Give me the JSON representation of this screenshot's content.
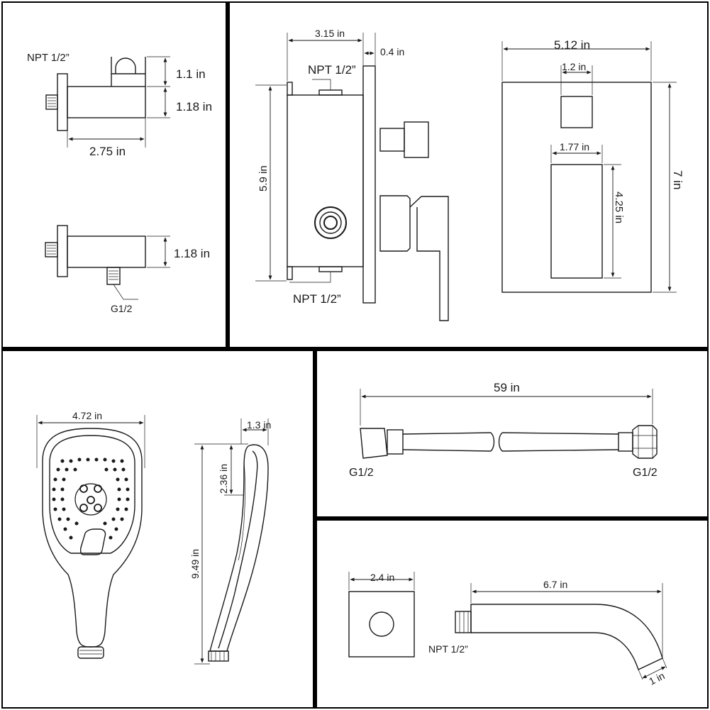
{
  "holder": {
    "thread_label": "NPT 1/2”",
    "top_height": "1.1 in",
    "body_height": "1.18 in",
    "width": "2.75 in"
  },
  "elbow": {
    "height": "1.18 in",
    "outlet_label": "G1/2"
  },
  "valve_side": {
    "depth": "3.15 in",
    "plate": "0.4 in",
    "top_inlet": "NPT 1/2”",
    "height": "5.9 in",
    "bottom_inlet": "NPT 1/2”"
  },
  "trim_plate": {
    "width": "5.12 in",
    "knob_width": "1.2 in",
    "lever_width": "1.77 in",
    "lever_height": "4.25 in",
    "height": "7 in"
  },
  "handheld": {
    "face_width": "4.72 in",
    "side_depth": "1.3 in",
    "head_length": "2.36 in",
    "length": "9.49 in"
  },
  "hose": {
    "length": "59 in",
    "left_end": "G1/2",
    "right_end": "G1/2"
  },
  "spout": {
    "flange_width": "2.4 in",
    "length": "6.7 in",
    "thread_label": "NPT 1/2”",
    "outlet": "1 in"
  }
}
